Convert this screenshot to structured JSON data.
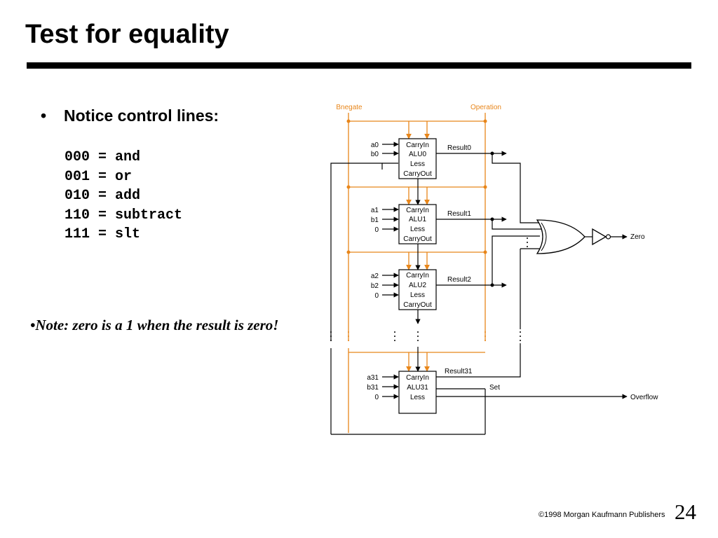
{
  "slide": {
    "title": "Test for equality",
    "bullet": "•",
    "bullet_heading": "Notice control lines:",
    "codes": [
      "000 = and",
      "001 = or",
      "010 = add",
      "110 = subtract",
      "111 = slt"
    ],
    "note": "•Note:  zero is a 1 when the result is zero!"
  },
  "diagram": {
    "control_labels": {
      "bnegate": "Bnegate",
      "operation": "Operation"
    },
    "alus": [
      {
        "inputs": [
          "a0",
          "b0"
        ],
        "ports": [
          "CarryIn",
          "ALU0",
          "Less",
          "CarryOut"
        ],
        "result": "Result0"
      },
      {
        "inputs": [
          "a1",
          "b1",
          "0"
        ],
        "ports": [
          "CarryIn",
          "ALU1",
          "Less",
          "CarryOut"
        ],
        "result": "Result1"
      },
      {
        "inputs": [
          "a2",
          "b2",
          "0"
        ],
        "ports": [
          "CarryIn",
          "ALU2",
          "Less",
          "CarryOut"
        ],
        "result": "Result2"
      },
      {
        "inputs": [
          "a31",
          "b31",
          "0"
        ],
        "ports": [
          "CarryIn",
          "ALU31",
          "Less"
        ],
        "result": "Result31"
      }
    ],
    "set_label": "Set",
    "overflow_label": "Overflow",
    "zero_label": "Zero",
    "control_color": "#E8861A",
    "wire_color": "#000000"
  },
  "footer": {
    "copyright": "©1998 Morgan Kaufmann Publishers",
    "page_number": "24"
  }
}
